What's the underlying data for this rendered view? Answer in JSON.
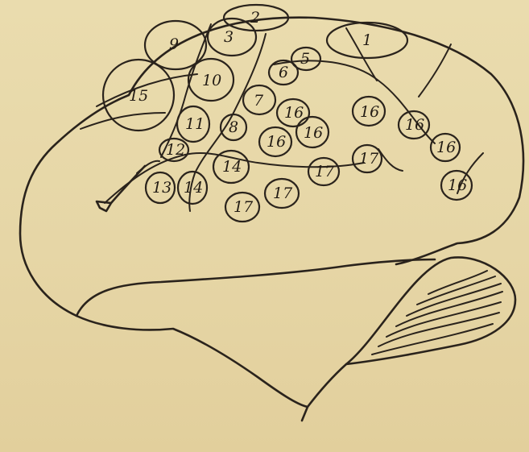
{
  "bleed_text": [
    "",
    "",
    "",
    "",
    "",
    "",
    "",
    "",
    "",
    "",
    "",
    "",
    "",
    "",
    "",
    "",
    "",
    "",
    "",
    "",
    "",
    "",
    "",
    "",
    ""
  ],
  "region_labels": [
    "1",
    "2",
    "3",
    "9",
    "5",
    "6",
    "10",
    "15",
    "7",
    "16",
    "16",
    "16",
    "11",
    "8",
    "16",
    "16",
    "12",
    "14",
    "13",
    "14",
    "17",
    "17",
    "17",
    "17",
    "16",
    "16"
  ],
  "colors": {
    "paper": "#e9d9ad",
    "ink": "#2a231c"
  }
}
